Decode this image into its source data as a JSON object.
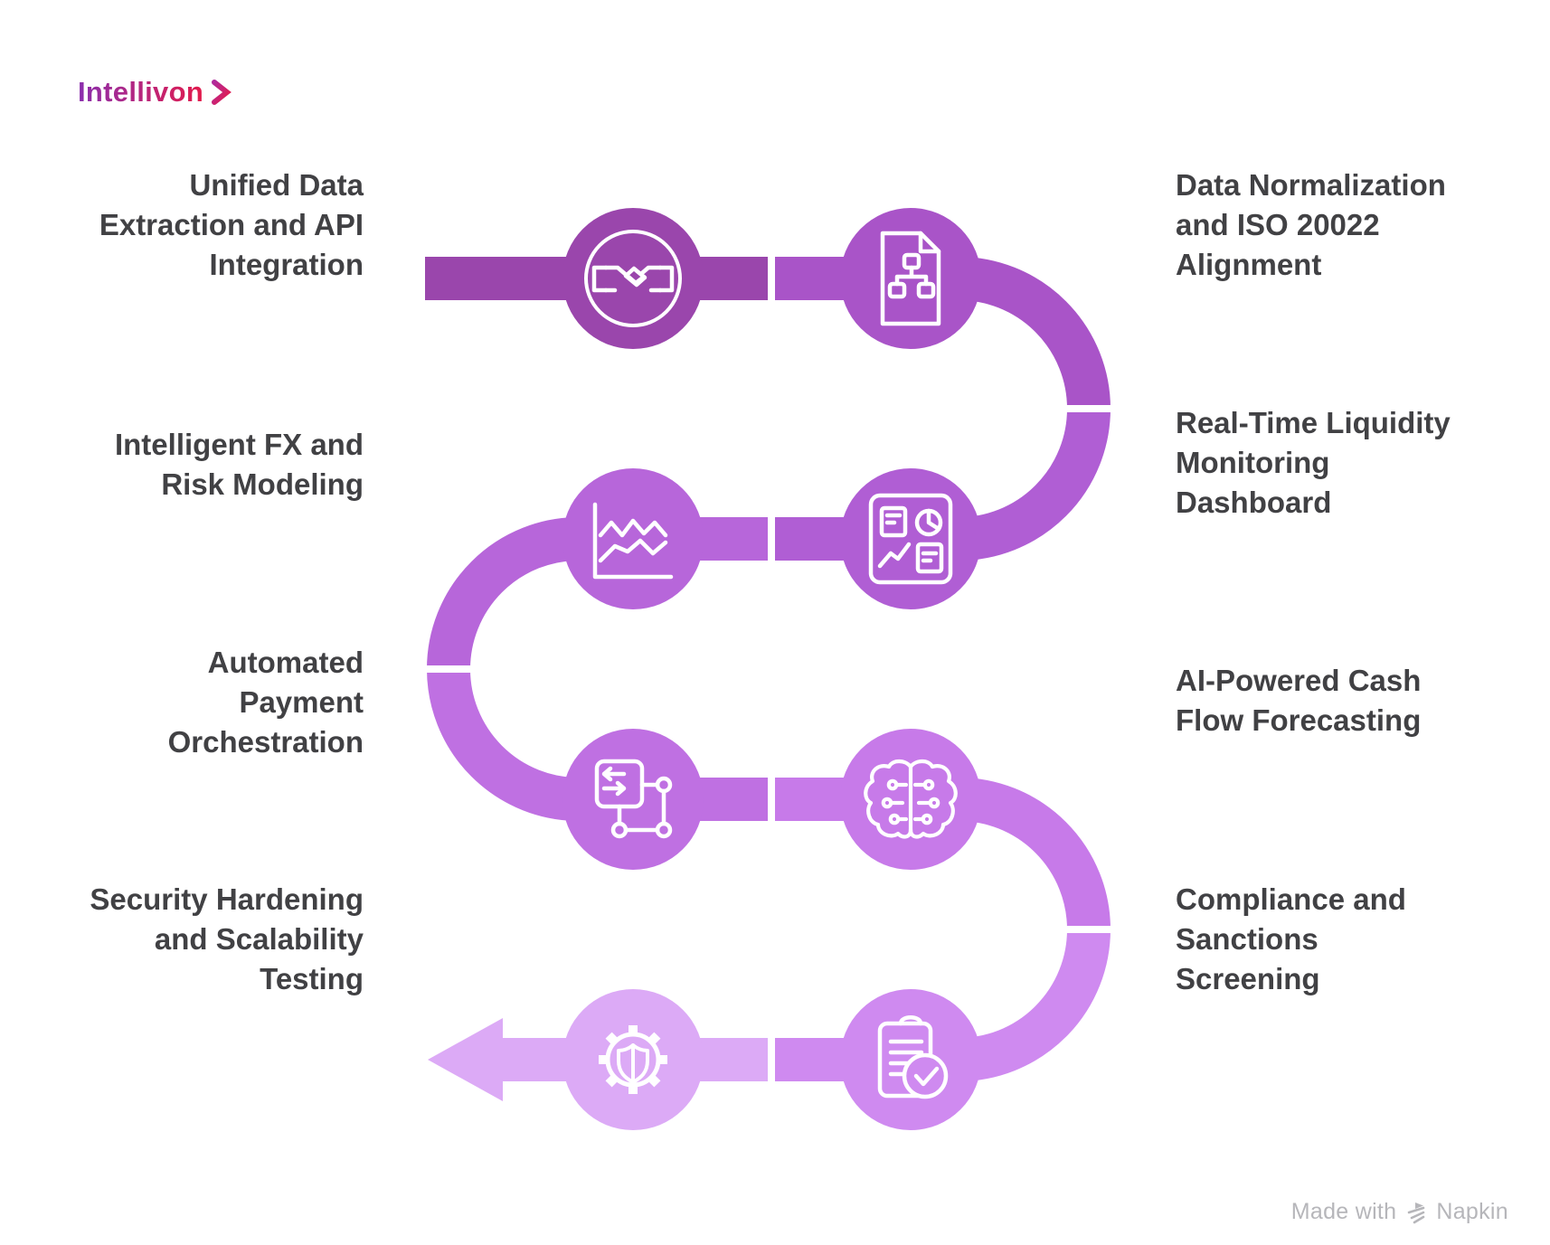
{
  "logo": {
    "text": "Intellivon",
    "gradient_start": "#8a2fae",
    "gradient_mid": "#b12a9b",
    "gradient_end": "#e31b4c"
  },
  "colors": {
    "background": "#ffffff",
    "label_text": "#414144",
    "icon_stroke": "#ffffff",
    "divider": "#ffffff",
    "watermark_text": "#b6b6ba"
  },
  "diagram": {
    "type": "serpentine-process-flow",
    "step_count": 8,
    "steps": [
      {
        "step": 1,
        "row": 1,
        "side": "left",
        "label": "Unified Data\nExtraction and API\nIntegration",
        "icon": "handshake-icon",
        "color": "#9a46ac"
      },
      {
        "step": 2,
        "row": 1,
        "side": "right",
        "label": "Data Normalization\nand ISO 20022\nAlignment",
        "icon": "document-hierarchy-icon",
        "color": "#a954c8"
      },
      {
        "step": 3,
        "row": 2,
        "side": "right",
        "label": "Real-Time Liquidity\nMonitoring\nDashboard",
        "icon": "dashboard-icon",
        "color": "#b05ed4"
      },
      {
        "step": 4,
        "row": 2,
        "side": "left",
        "label": "Intelligent FX and\nRisk Modeling",
        "icon": "line-chart-icon",
        "color": "#b766da"
      },
      {
        "step": 5,
        "row": 3,
        "side": "left",
        "label": "Automated\nPayment\nOrchestration",
        "icon": "workflow-icon",
        "color": "#bf70e2"
      },
      {
        "step": 6,
        "row": 3,
        "side": "right",
        "label": "AI-Powered Cash\nFlow Forecasting",
        "icon": "ai-brain-icon",
        "color": "#c77ae9"
      },
      {
        "step": 7,
        "row": 4,
        "side": "right",
        "label": "Compliance and\nSanctions\nScreening",
        "icon": "compliance-checklist-icon",
        "color": "#cf8af0"
      },
      {
        "step": 8,
        "row": 4,
        "side": "left",
        "label": "Security Hardening\nand Scalability\nTesting",
        "icon": "security-gear-icon",
        "color": "#dcaaf6"
      }
    ]
  },
  "watermark": {
    "prefix": "Made with",
    "brand": "Napkin"
  }
}
